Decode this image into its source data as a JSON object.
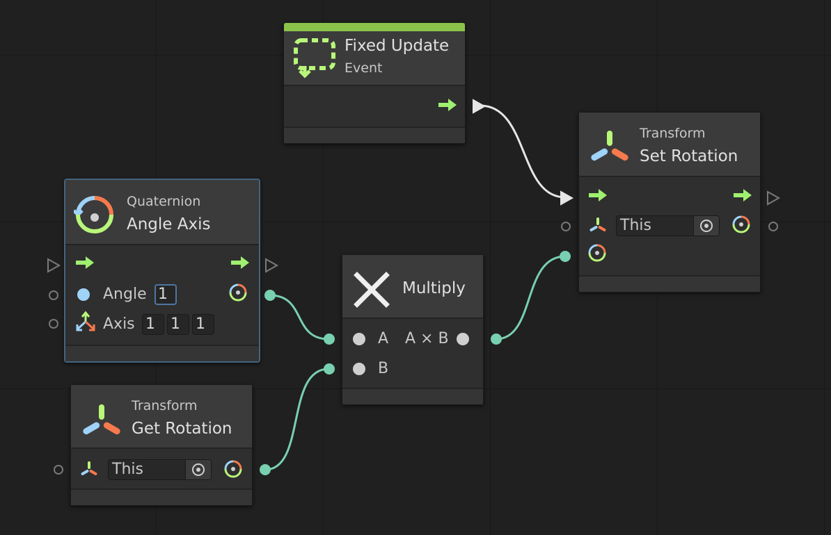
{
  "fixed_update": {
    "title": "Fixed Update",
    "subtitle": "Event"
  },
  "set_rotation": {
    "category": "Transform",
    "title": "Set Rotation",
    "target_value": "This"
  },
  "angle_axis": {
    "category": "Quaternion",
    "title": "Angle Axis",
    "angle_label": "Angle",
    "angle_value": "1",
    "axis_label": "Axis",
    "axis_x": "1",
    "axis_y": "1",
    "axis_z": "1"
  },
  "multiply": {
    "title": "Multiply",
    "input_a": "A",
    "input_b": "B",
    "output": "A × B"
  },
  "get_rotation": {
    "category": "Transform",
    "title": "Get Rotation",
    "target_value": "This"
  },
  "colors": {
    "flow_arrow": "#a0f070",
    "value_wire": "#78d0b0",
    "flow_wire": "#e0e0e0",
    "event_bar": "#8bc34a",
    "selection": "#44647f"
  },
  "icons": [
    "event-icon",
    "transform-icon",
    "quaternion-icon",
    "multiply-icon",
    "axis-icon",
    "flow-arrow-icon"
  ]
}
